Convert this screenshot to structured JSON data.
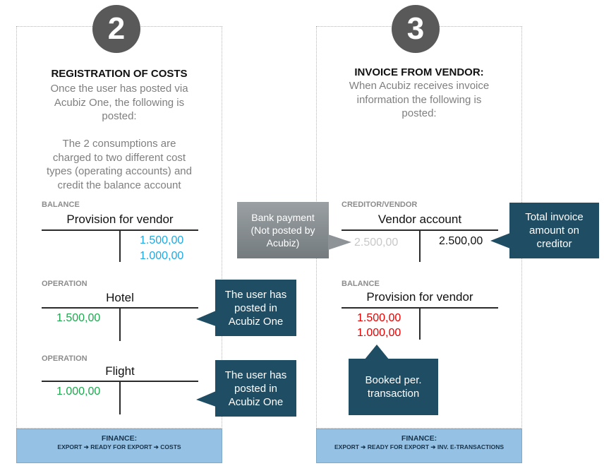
{
  "step2": {
    "number": "2",
    "heading": "REGISTRATION OF COSTS",
    "desc_lines": [
      "Once the user has posted via",
      "Acubiz One, the following is",
      "posted:",
      "",
      "The 2 consumptions are",
      "charged to two different cost",
      "types (operating accounts) and",
      "credit the balance account"
    ],
    "accounts": [
      {
        "label": "BALANCE",
        "title": "Provision for vendor",
        "credit": [
          "1.500,00",
          "1.000,00"
        ]
      },
      {
        "label": "OPERATION",
        "title": "Hotel",
        "debit": [
          "1.500,00"
        ]
      },
      {
        "label": "OPERATION",
        "title": "Flight",
        "debit": [
          "1.000,00"
        ]
      }
    ],
    "callouts": [
      "The user has posted in Acubiz One",
      "The user has posted in Acubiz One"
    ],
    "footer": {
      "title": "FINANCE:",
      "path": "EXPORT ➔ READY FOR EXPORT ➔ COSTS"
    }
  },
  "step3": {
    "number": "3",
    "heading": "INVOICE FROM VENDOR:",
    "desc_lines": [
      "When Acubiz receives invoice",
      "information the following is",
      "posted:"
    ],
    "accounts": [
      {
        "label": "CREDITOR/VENDOR",
        "title": "Vendor account",
        "debit": [
          "2.500,00"
        ],
        "credit": [
          "2.500,00"
        ]
      },
      {
        "label": "BALANCE",
        "title": "Provision for vendor",
        "debit": [
          "1.500,00",
          "1.000,00"
        ]
      }
    ],
    "callouts": {
      "bank": "Bank payment (Not posted by Acubiz)",
      "total": "Total invoice amount on creditor",
      "booked": "Booked per. transaction"
    },
    "footer": {
      "title": "FINANCE:",
      "path": "EXPORT ➔ READY FOR EXPORT ➔ INV. E-TRANSACTIONS"
    }
  },
  "colors": {
    "circle": "#595959",
    "callout": "#1f4d63",
    "footer": "#95c2e4",
    "credit_blue": "#21a8e0",
    "debit_green": "#1fa84f",
    "debit_red": "#e60000"
  }
}
